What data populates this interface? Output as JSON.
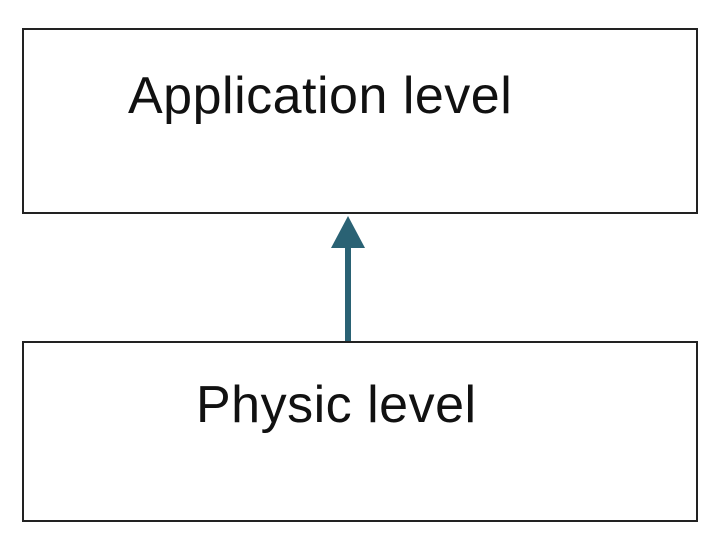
{
  "diagram": {
    "nodes": [
      {
        "id": "application",
        "label": "Application level"
      },
      {
        "id": "physic",
        "label": "Physic level"
      }
    ],
    "edges": [
      {
        "from": "physic",
        "to": "application",
        "arrow": "end"
      }
    ],
    "colors": {
      "border": "#222222",
      "arrow": "#2a6274",
      "text": "#111111"
    }
  }
}
